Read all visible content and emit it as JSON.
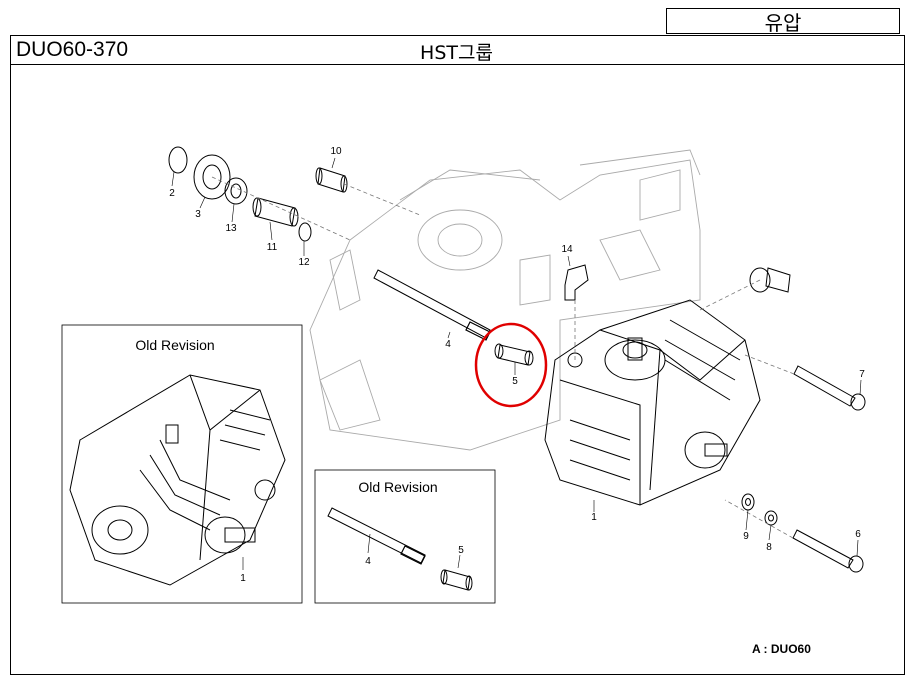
{
  "header": {
    "category": "유압",
    "model": "DUO60-370",
    "group": "HST그룹"
  },
  "parts": [
    {
      "num": "1"
    },
    {
      "num": "1"
    },
    {
      "num": "2"
    },
    {
      "num": "3"
    },
    {
      "num": "4"
    },
    {
      "num": "5"
    },
    {
      "num": "6"
    },
    {
      "num": "7"
    },
    {
      "num": "8"
    },
    {
      "num": "9"
    },
    {
      "num": "10"
    },
    {
      "num": "11"
    },
    {
      "num": "12"
    },
    {
      "num": "13"
    },
    {
      "num": "14"
    }
  ],
  "insets": {
    "old_revision_left": {
      "title": "Old Revision",
      "part_label": "1"
    },
    "old_revision_center": {
      "title": "Old Revision",
      "shaft_label": "4",
      "sleeve_label": "5"
    }
  },
  "legend": "A : DUO60",
  "highlight_color": "#e00000"
}
